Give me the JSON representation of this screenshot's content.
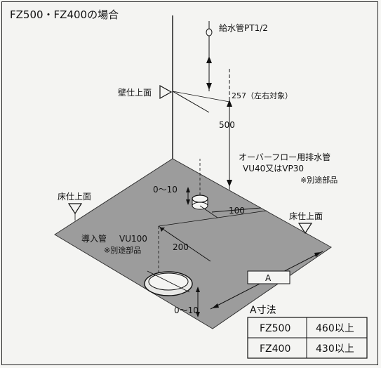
{
  "title": "FZ500・FZ400の場合",
  "labels": {
    "supply_pipe": "給水管PT1/2",
    "wall_finish": "壁仕上面",
    "dim_257": "257（左右対象）",
    "dim_500": "500",
    "overflow_pipe": "オーバーフロー用排水管",
    "overflow_spec": "VU40又はVP30",
    "separate_part_1": "※別途部品",
    "dim_0_10_top": "0～10",
    "floor_finish_left": "床仕上面",
    "dim_100": "100",
    "floor_finish_right": "床仕上面",
    "inlet_pipe": "導入管",
    "inlet_spec": "VU100",
    "separate_part_2": "※別途部品",
    "dim_200": "200",
    "dim_a": "A",
    "dim_0_10_bottom": "0～10"
  },
  "table": {
    "title": "A寸法",
    "rows": [
      {
        "model": "FZ500",
        "value": "460以上"
      },
      {
        "model": "FZ400",
        "value": "430以上"
      }
    ]
  },
  "colors": {
    "floor": "#9c9c9c",
    "line": "#111111",
    "background": "#f4f4f2"
  }
}
